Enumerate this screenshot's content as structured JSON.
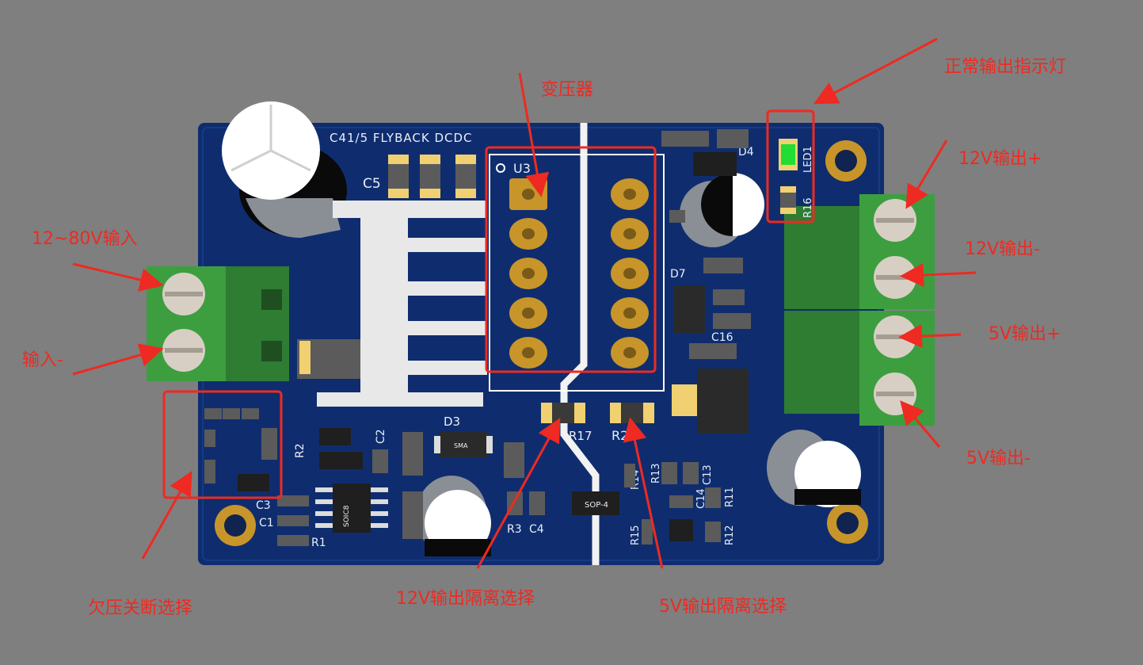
{
  "annotations": {
    "input_pos": "12~80V输入",
    "input_neg": "输入-",
    "uvlo": "欠压关断选择",
    "transformer": "变压器",
    "led_indicator": "正常输出指示灯",
    "out12_pos": "12V输出+",
    "out12_neg": "12V输出-",
    "out5_pos": "5V输出+",
    "out5_neg": "5V输出-",
    "iso12": "12V输出隔离选择",
    "iso5": "5V输出隔离选择"
  },
  "silkscreen": {
    "board_title": "C41/5 FLYBACK DCDC",
    "u3": "U3",
    "c5": "C5",
    "c2": "C2",
    "c3": "C3",
    "c1": "C1",
    "r1": "R1",
    "r2": "R2",
    "d3": "D3",
    "d4": "D4",
    "d7": "D7",
    "r3": "R3",
    "c4": "C4",
    "r17": "R17",
    "r23": "R23",
    "r14": "R14",
    "r13": "R13",
    "c13": "C13",
    "c14": "C14",
    "r11": "R11",
    "r15": "R15",
    "r12": "R12",
    "led1": "LED1",
    "r16": "R16",
    "c16": "C16",
    "soic8": "SOIC8",
    "sop4": "SOP-4",
    "sma": "SMA"
  },
  "colors": {
    "background": "#7f7f7f",
    "pcb": "#0f2d6e",
    "annotation_red": "#ee2a22",
    "terminal_green": "#3d9e40",
    "pad_gold": "#c8952a",
    "led_green": "#22dd33"
  }
}
